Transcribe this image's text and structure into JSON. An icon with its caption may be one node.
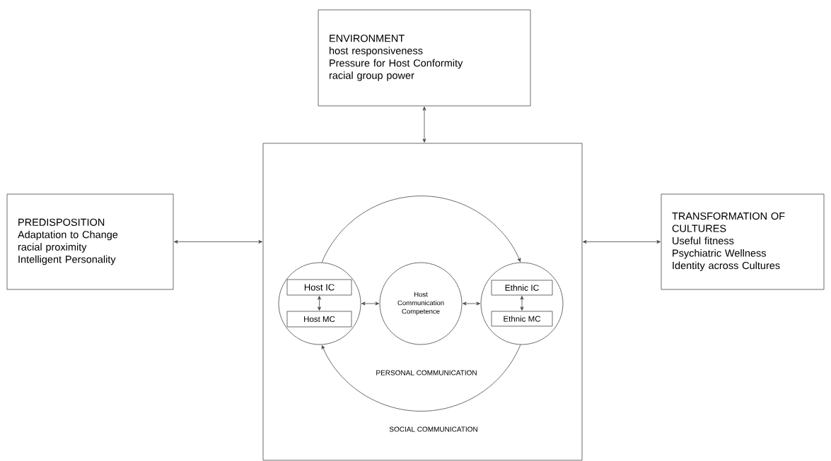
{
  "diagram": {
    "nodes": [
      {
        "text": [
          "ENVIRONMENT",
          "host responsiveness",
          "Pressure for Host Conformity",
          "racial group power"
        ]
      },
      {
        "text": [
          "PREDISPOSITION",
          "Adaptation to Change",
          "racial proximity",
          "Intelligent Personality"
        ]
      },
      {
        "text": [
          "PERSONAL COMMUNICATION",
          "SOCIAL COMMUNICATION"
        ]
      },
      {
        "text": [
          "TRANSFORMATION OF CULTURES",
          "Useful fitness",
          "Psychiatric Wellness",
          "Identity across Cultures"
        ]
      },
      {
        "text": [],
        "shape": "circle",
        "in": 2
      },
      {
        "text": [
          "Host IC"
        ],
        "in": 4
      },
      {
        "text": [
          "Host MC"
        ],
        "in": 4
      },
      {
        "text": [
          "Host Communication Competence"
        ],
        "in": 2
      },
      {
        "text": [],
        "shape": "circle",
        "in": 2
      },
      {
        "text": [
          "Ethnic IC"
        ],
        "in": 8
      },
      {
        "text": [
          "Ethnic MC"
        ],
        "in": 8
      }
    ],
    "edges": [
      {
        "from": 0,
        "to": 2,
        "arrow": "both"
      },
      {
        "from": 1,
        "to": 2,
        "arrow": "both"
      },
      {
        "from": 2,
        "to": 3,
        "arrow": "both"
      },
      {
        "from": 5,
        "to": 6,
        "arrow": "both"
      },
      {
        "from": 4,
        "to": 7,
        "arrow": "both"
      },
      {
        "from": 7,
        "to": 8,
        "arrow": "both"
      },
      {
        "from": 9,
        "to": 10,
        "arrow": "both"
      },
      {
        "from": 4,
        "to": 8,
        "arrow": "to"
      },
      {
        "from": 8,
        "to": 4,
        "arrow": "to"
      }
    ]
  }
}
